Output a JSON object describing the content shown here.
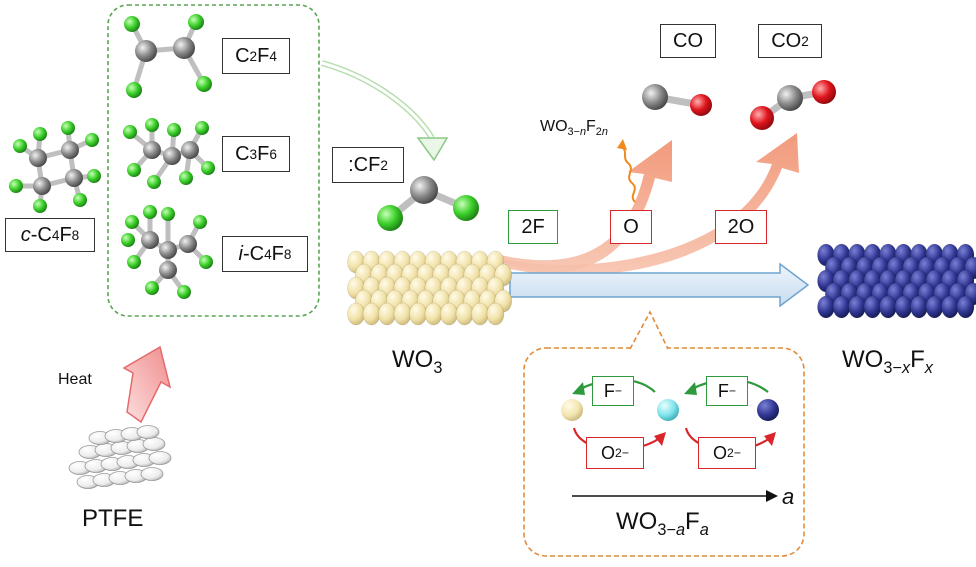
{
  "labels": {
    "c_c4f8": {
      "prefix": "c",
      "rest": "-C",
      "s1": "4",
      "mid": "F",
      "s2": "8"
    },
    "c2f4": {
      "a": "C",
      "s1": "2",
      "b": "F",
      "s2": "4"
    },
    "c3f6": {
      "a": "C",
      "s1": "3",
      "b": "F",
      "s2": "6"
    },
    "i_c4f8": {
      "prefix": "i",
      "rest": "-C",
      "s1": "4",
      "mid": "F",
      "s2": "8"
    },
    "heat": "Heat",
    "ptfe": "PTFE",
    "cf2": {
      "a": ":CF",
      "s1": "2"
    },
    "wo3": {
      "a": "WO",
      "s1": "3"
    },
    "wo3nf2n": {
      "a": "WO",
      "s1": "3−",
      "s1i": "n",
      "b": "F",
      "s2": "2",
      "s2i": "n"
    },
    "co": "CO",
    "co2": {
      "a": "CO",
      "s1": "2"
    },
    "step_2f": "2F",
    "step_o": "O",
    "step_2o": "2O",
    "product": {
      "a": "WO",
      "s1": "3−",
      "s1i": "x",
      "b": "F",
      "s2i": "x"
    },
    "inset_f1": {
      "a": "F",
      "sup": "−"
    },
    "inset_f2": {
      "a": "F",
      "sup": "−"
    },
    "inset_o1": {
      "a": "O",
      "sup": "2−"
    },
    "inset_o2": {
      "a": "O",
      "sup": "2−"
    },
    "axis_a": "a",
    "inset_formula": {
      "a": "WO",
      "s1": "3−",
      "s1i": "a",
      "b": "F",
      "s2i": "a"
    }
  },
  "colors": {
    "fluorine": "#3ccf2a",
    "carbon": "#8a8a8a",
    "oxygen": "#e0141c",
    "wo3_sphere": "#f3e6b0",
    "product_sphere": "#2f3590",
    "inset_cyan": "#7fe3ea",
    "green_frame": "#5aa352",
    "orange_frame": "#e38a3c",
    "flow_arrow": "#d6e7f5",
    "salmon_arrow": "#f2a98c",
    "heat_arrow": "#f4a9a9"
  }
}
